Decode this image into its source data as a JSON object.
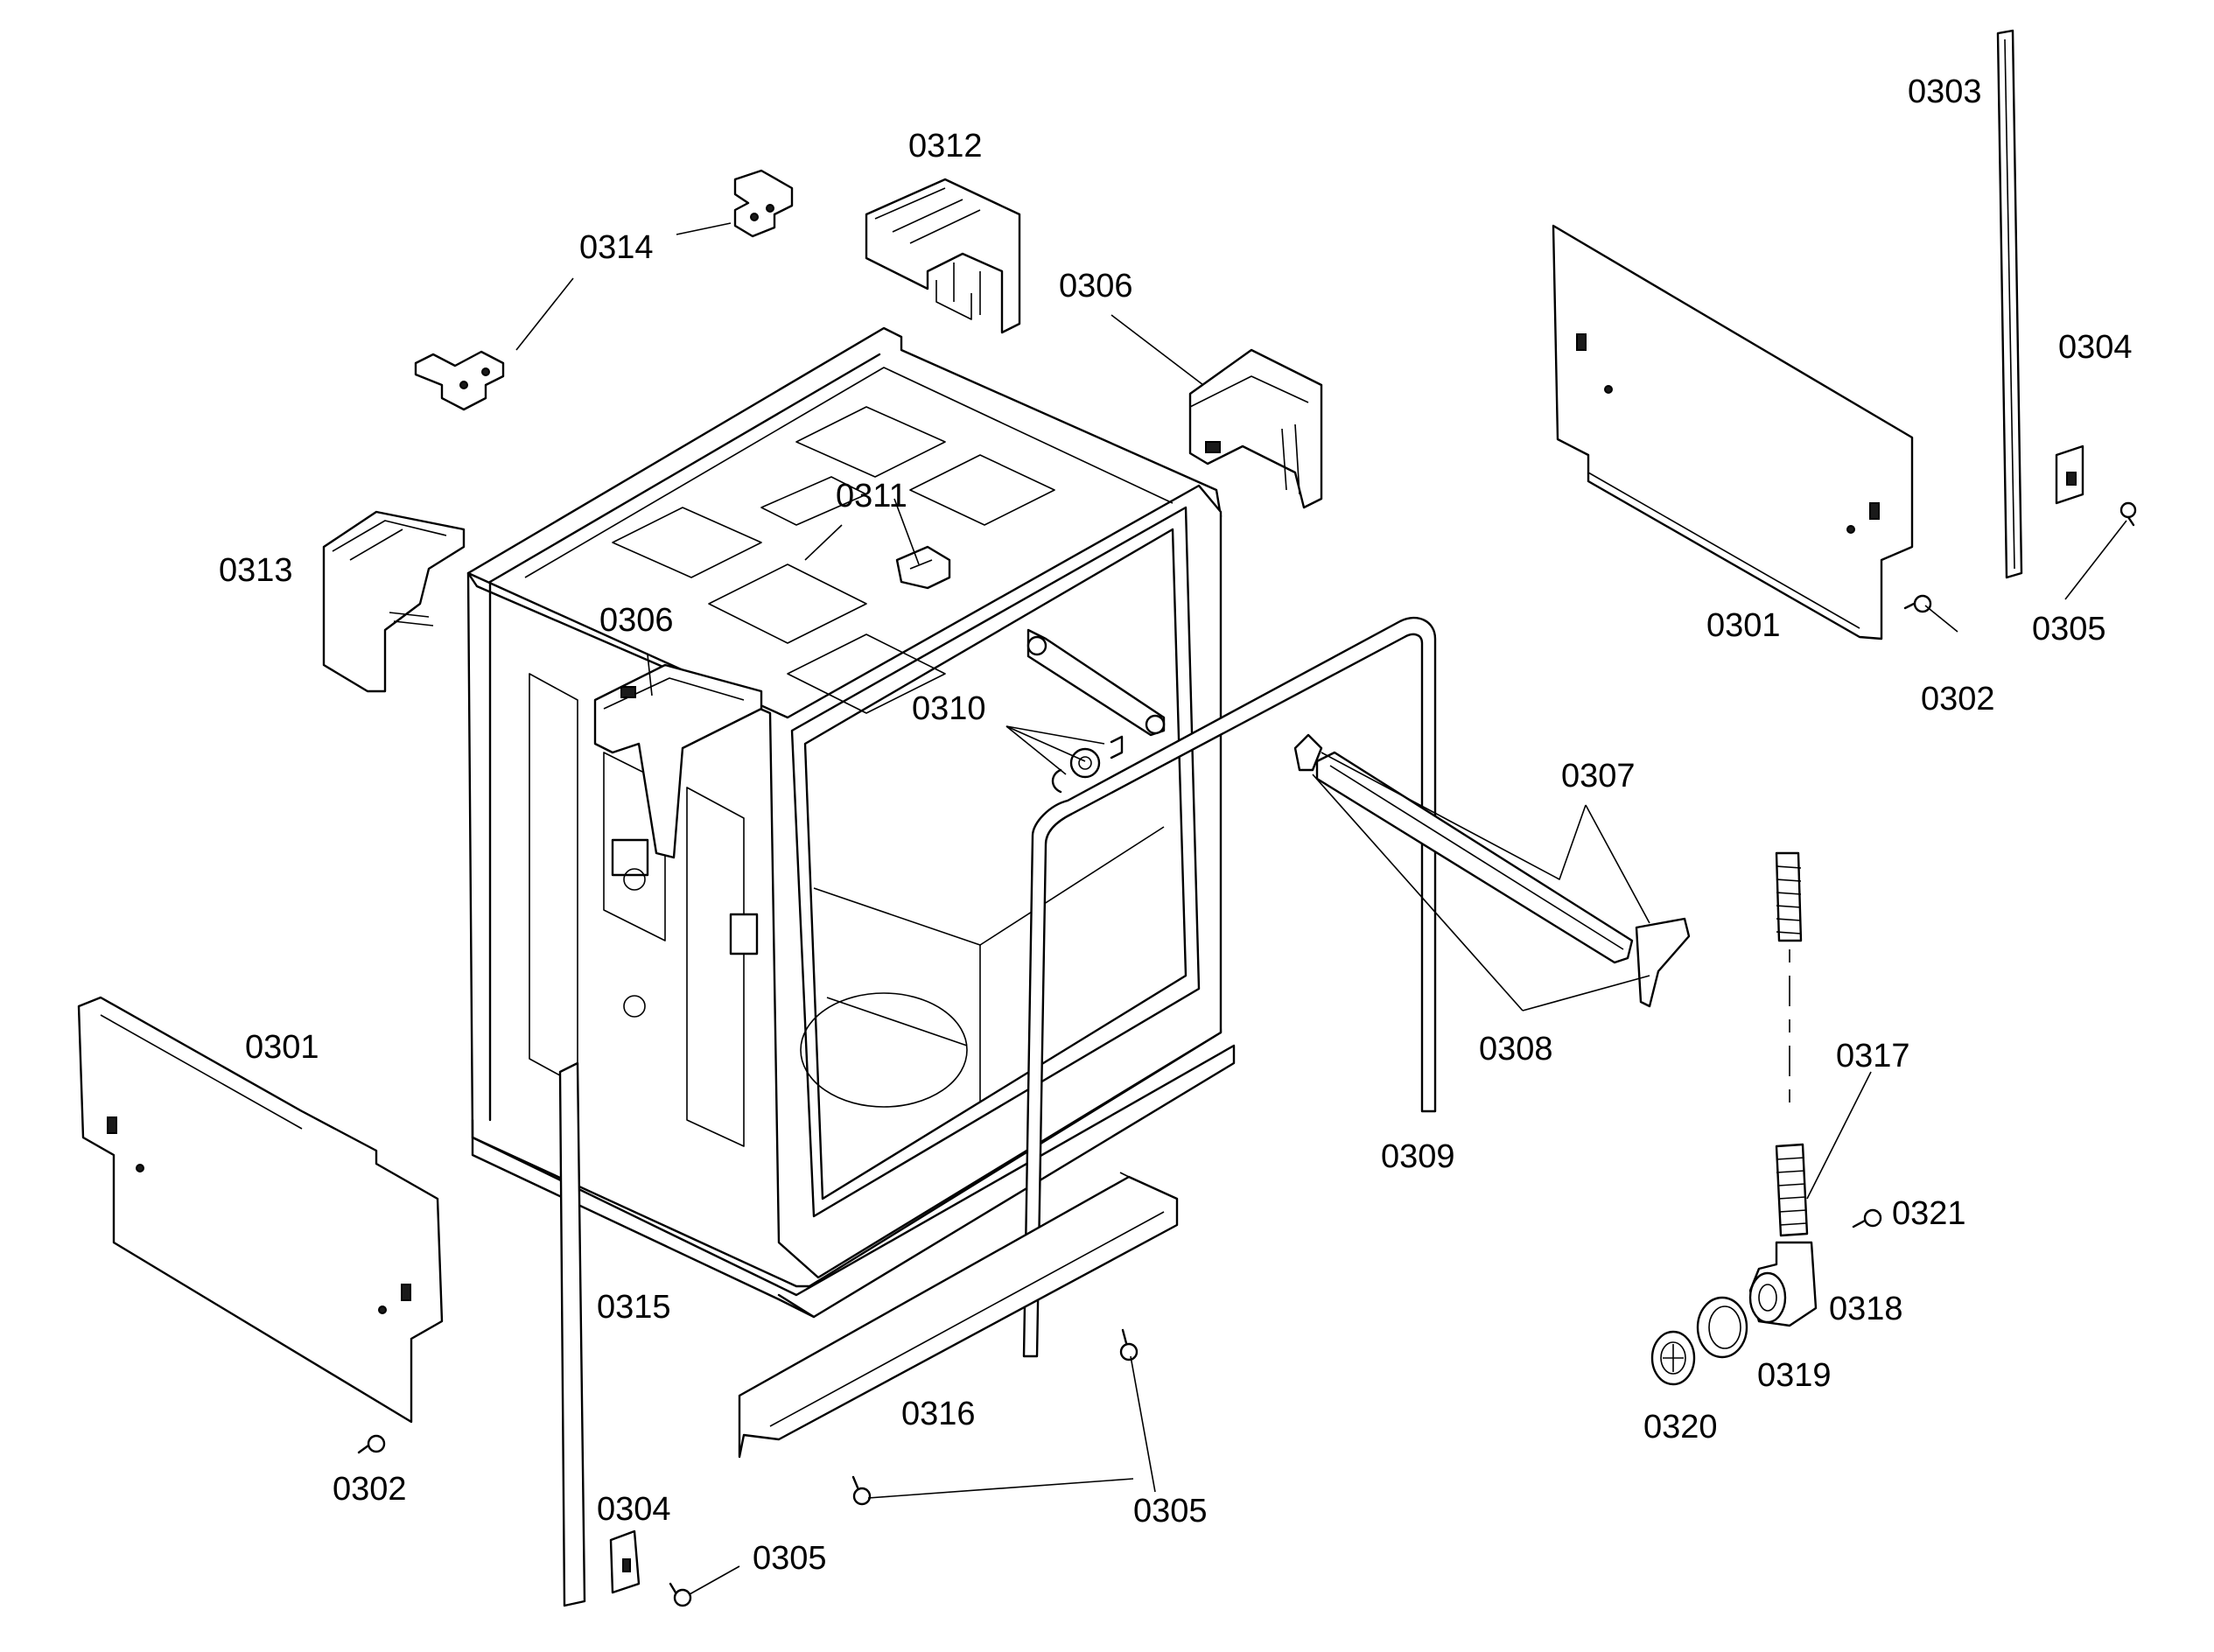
{
  "diagram": {
    "type": "exploded-parts-diagram",
    "colors": {
      "line": "#000000",
      "background": "#ffffff"
    },
    "labels": [
      {
        "id": "0303-top-right",
        "text": "0303"
      },
      {
        "id": "0312-top",
        "text": "0312"
      },
      {
        "id": "0314-top",
        "text": "0314"
      },
      {
        "id": "0306-right",
        "text": "0306"
      },
      {
        "id": "0304-right",
        "text": "0304"
      },
      {
        "id": "0311-center",
        "text": "0311"
      },
      {
        "id": "0313-left",
        "text": "0313"
      },
      {
        "id": "0306-left",
        "text": "0306"
      },
      {
        "id": "0301-right",
        "text": "0301"
      },
      {
        "id": "0305-right",
        "text": "0305"
      },
      {
        "id": "0302-right",
        "text": "0302"
      },
      {
        "id": "0310-center",
        "text": "0310"
      },
      {
        "id": "0307-right",
        "text": "0307"
      },
      {
        "id": "0301-left",
        "text": "0301"
      },
      {
        "id": "0308-right",
        "text": "0308"
      },
      {
        "id": "0317-right",
        "text": "0317"
      },
      {
        "id": "0309-right",
        "text": "0309"
      },
      {
        "id": "0321-right",
        "text": "0321"
      },
      {
        "id": "0315-bottom",
        "text": "0315"
      },
      {
        "id": "0318-right",
        "text": "0318"
      },
      {
        "id": "0319-right",
        "text": "0319"
      },
      {
        "id": "0316-bottom",
        "text": "0316"
      },
      {
        "id": "0320-right",
        "text": "0320"
      },
      {
        "id": "0302-left",
        "text": "0302"
      },
      {
        "id": "0304-bottom",
        "text": "0304"
      },
      {
        "id": "0305-bottom-center",
        "text": "0305"
      },
      {
        "id": "0305-bottom-left",
        "text": "0305"
      }
    ]
  }
}
